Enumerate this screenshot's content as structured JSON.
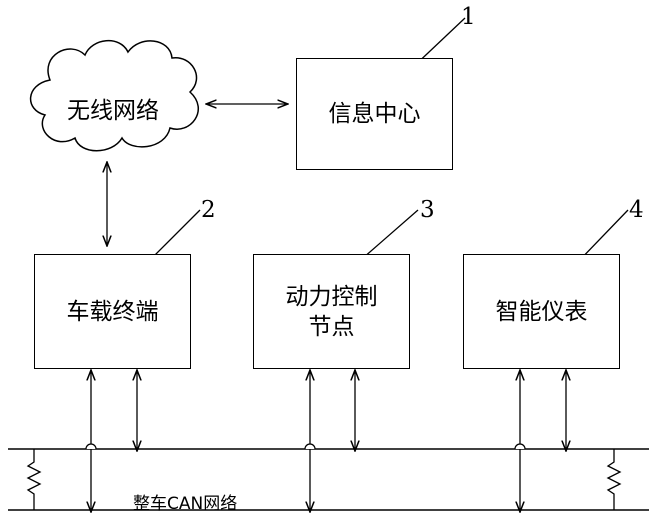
{
  "cloud": {
    "label": "无线网络"
  },
  "nodes": {
    "info_center": {
      "label": "信息中心",
      "ref": "1"
    },
    "vehicle_terminal": {
      "label": "车载终端",
      "ref": "2"
    },
    "power_control": {
      "line1": "动力控制",
      "line2": "节点",
      "ref": "3"
    },
    "smart_meter": {
      "label": "智能仪表",
      "ref": "4"
    }
  },
  "bus": {
    "label": "整车CAN网络"
  },
  "colors": {
    "stroke": "#000000",
    "background": "#ffffff"
  }
}
